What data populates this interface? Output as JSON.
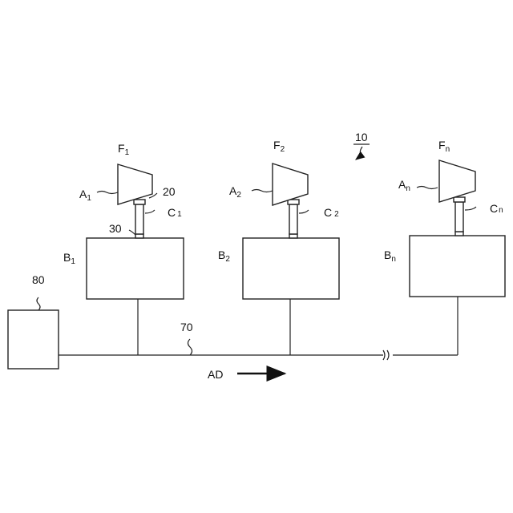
{
  "system_ref": "10",
  "bus_ref": "70",
  "controller_ref": "80",
  "ref_20": "20",
  "ref_30": "30",
  "direction": {
    "label": "AD"
  },
  "units": [
    {
      "f": "F",
      "f_sub": "1",
      "a": "A",
      "a_sub": "1",
      "b": "B",
      "b_sub": "1",
      "c": "C",
      "c_sub": "1"
    },
    {
      "f": "F",
      "f_sub": "2",
      "a": "A",
      "a_sub": "2",
      "b": "B",
      "b_sub": "2",
      "c": "C",
      "c_sub": "2"
    },
    {
      "f": "F",
      "f_sub": "n",
      "a": "A",
      "a_sub": "n",
      "b": "B",
      "b_sub": "n",
      "c": "C",
      "c_sub": "n"
    }
  ]
}
